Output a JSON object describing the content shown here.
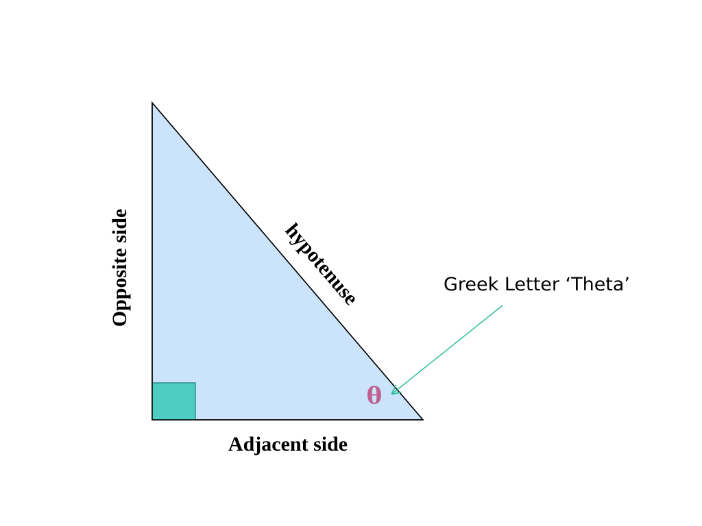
{
  "diagram": {
    "labels": {
      "hypotenuse": "hypotenuse",
      "opposite": "Opposite side",
      "adjacent": "Adjacent side",
      "callout": "Greek Letter ‘Theta’",
      "theta": "θ"
    },
    "colors": {
      "triangle_fill": "#cce4fb",
      "triangle_stroke": "#000000",
      "right_angle_fill": "#4ecdc4",
      "right_angle_stroke": "#2f8f8a",
      "theta_fill": "#c06090",
      "arrow": "#2bbf9a"
    }
  }
}
